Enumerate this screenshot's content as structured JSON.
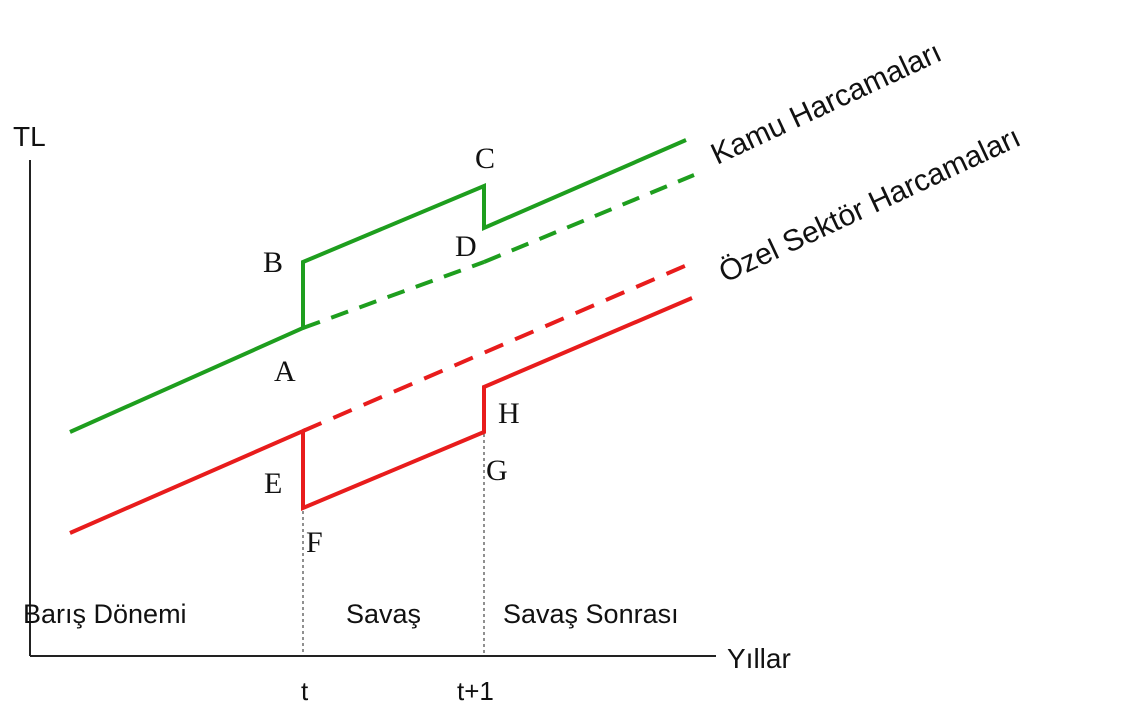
{
  "axes": {
    "y_label": "TL",
    "x_label": "Yıllar"
  },
  "ticks": {
    "t": "t",
    "t_plus_1": "t+1"
  },
  "periods": {
    "peace": "Barış Dönemi",
    "war": "Savaş",
    "post_war": "Savaş Sonrası"
  },
  "series": {
    "public": "Kamu Harcamaları",
    "private": "Özel Sektör Harcamaları"
  },
  "points": {
    "A": "A",
    "B": "B",
    "C": "C",
    "D": "D",
    "E": "E",
    "F": "F",
    "G": "G",
    "H": "H"
  },
  "colors": {
    "public": "#1e9e1e",
    "private": "#e81c1c",
    "axis": "#222222",
    "text": "#111111"
  }
}
